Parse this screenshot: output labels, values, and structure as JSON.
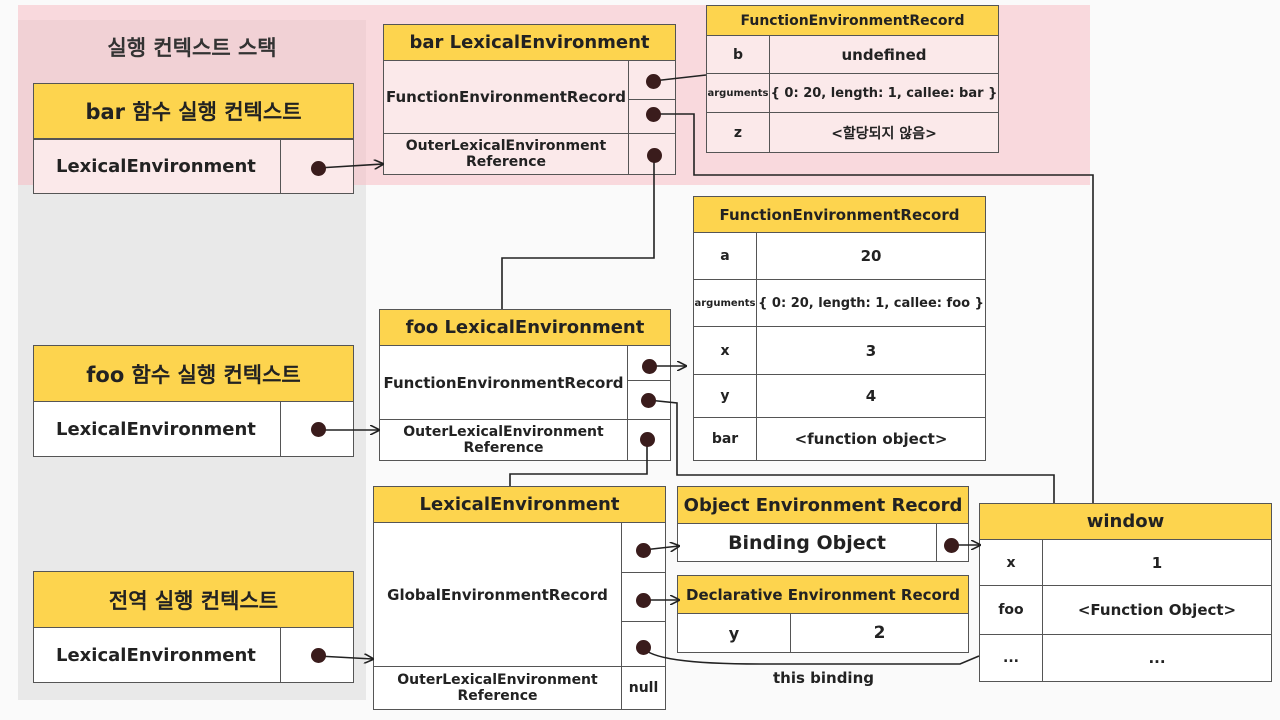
{
  "stack": {
    "title": "실행 컨텍스트 스택",
    "contexts": {
      "bar": {
        "title": "bar 함수 실행 컨텍스트",
        "env_label": "LexicalEnvironment"
      },
      "foo": {
        "title": "foo 함수 실행 컨텍스트",
        "env_label": "LexicalEnvironment"
      },
      "global": {
        "title": "전역 실행 컨텍스트",
        "env_label": "LexicalEnvironment"
      }
    }
  },
  "bar_lex": {
    "title": "bar LexicalEnvironment",
    "record_label": "FunctionEnvironmentRecord",
    "outer_label_1": "OuterLexicalEnvironment",
    "outer_label_2": "Reference"
  },
  "bar_record": {
    "title": "FunctionEnvironmentRecord",
    "rows": [
      {
        "key": "b",
        "value": "undefined"
      },
      {
        "key": "arguments",
        "value": "{ 0: 20, length: 1, callee: bar }"
      },
      {
        "key": "z",
        "value": "<할당되지 않음>"
      }
    ]
  },
  "foo_lex": {
    "title": "foo LexicalEnvironment",
    "record_label": "FunctionEnvironmentRecord",
    "outer_label_1": "OuterLexicalEnvironment",
    "outer_label_2": "Reference"
  },
  "foo_record": {
    "title": "FunctionEnvironmentRecord",
    "rows": [
      {
        "key": "a",
        "value": "20"
      },
      {
        "key": "arguments",
        "value": "{ 0: 20, length: 1, callee: foo }"
      },
      {
        "key": "x",
        "value": "3"
      },
      {
        "key": "y",
        "value": "4"
      },
      {
        "key": "bar",
        "value": "<function object>"
      }
    ]
  },
  "global_lex": {
    "title": "LexicalEnvironment",
    "record_label": "GlobalEnvironmentRecord",
    "outer_label_1": "OuterLexicalEnvironment",
    "outer_label_2": "Reference",
    "outer_value": "null"
  },
  "object_record": {
    "title": "Object Environment Record",
    "binding_label": "Binding Object"
  },
  "declarative_record": {
    "title": "Declarative Environment Record",
    "row": {
      "key": "y",
      "value": "2"
    }
  },
  "window": {
    "title": "window",
    "rows": [
      {
        "key": "x",
        "value": "1"
      },
      {
        "key": "foo",
        "value": "<Function Object>"
      },
      {
        "key": "...",
        "value": "..."
      }
    ]
  },
  "this_binding_label": "this binding",
  "colors": {
    "header": "#fdd44e",
    "highlight": "#f7bec4",
    "stack_bg": "#e9e9e9",
    "dot": "#3a1c1c"
  }
}
